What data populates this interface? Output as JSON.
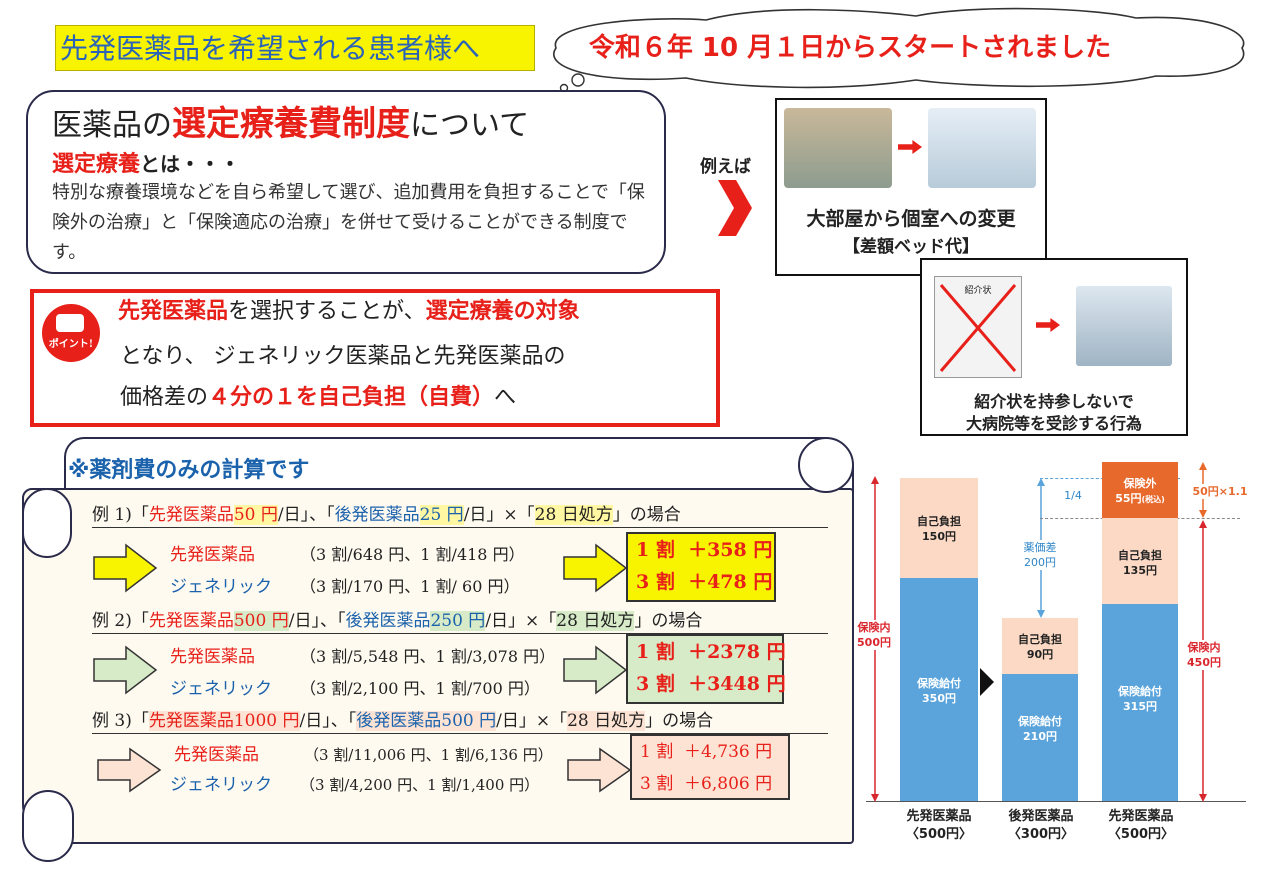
{
  "header": {
    "title": "先発医薬品を希望される患者様へ",
    "start_notice": "令和６年 10 月１日からスタートされました"
  },
  "intro": {
    "title_pre": "医薬品の",
    "title_emph": "選定療養費制度",
    "title_post": "について",
    "sub_emph": "選定療養",
    "sub_post": "とは・・・",
    "body": "特別な療養環境などを自ら希望して選び、追加費用を負担することで「保険外の治療」と「保険適応の治療」を併せて受けることができる制度です。"
  },
  "point": {
    "badge": "ポイント!",
    "l1_emph1": "先発医薬品",
    "l1_mid": "を選択することが、",
    "l1_emph2": "選定療養の対象",
    "l2": "となり、 ジェネリック医薬品と先発医薬品の",
    "l3_pre": "価格差の",
    "l3_emph": "４分の１を自己負担（自費）",
    "l3_post": "へ"
  },
  "examples": {
    "label": "例えば",
    "ex1_line1": "大部屋から個室への変更",
    "ex1_line2": "【差額ベッド代】",
    "ex2_doc": "紹介状",
    "ex2_line1": "紹介状を持参しないで",
    "ex2_line2": "大病院等を受診する行為"
  },
  "calc": {
    "heading": "※薬剤費のみの計算です",
    "items": [
      {
        "p_pre": "例 1)「",
        "p_name": "先発医薬品",
        "p_price": "50 円",
        "p_unit": "/日",
        "p_mid": "」、「",
        "g_name": "後発医薬品",
        "g_price": "25 円",
        "g_unit": "/日",
        "p_post": "」×「",
        "days": "28 日処方",
        "tail": "」の場合",
        "brand_label": "先発医薬品",
        "brand_detail": "（3 割/648 円、1 割/418 円）",
        "gen_label": "ジェネリック",
        "gen_detail": "（3 割/170 円、1 割/ 60 円）",
        "res1_label": "1 割",
        "res1_val": "＋358 円",
        "res2_label": "3 割",
        "res2_val": "＋478 円"
      },
      {
        "p_pre": "例 2)「",
        "p_name": "先発医薬品",
        "p_price": "500 円",
        "p_unit": "/日",
        "p_mid": "」、「",
        "g_name": "後発医薬品",
        "g_price": "250 円",
        "g_unit": "/日",
        "p_post": "」×「",
        "days": "28 日処方",
        "tail": "」の場合",
        "brand_label": "先発医薬品",
        "brand_detail": "（3 割/5,548 円、1 割/3,078 円）",
        "gen_label": "ジェネリック",
        "gen_detail": "（3 割/2,100 円、1 割/700 円）",
        "res1_label": "1 割",
        "res1_val": "＋2378 円",
        "res2_label": "3 割",
        "res2_val": "＋3448 円"
      },
      {
        "p_pre": "例 3)「",
        "p_name": "先発医薬品",
        "p_price": "1000 円",
        "p_unit": "/日",
        "p_mid": "」、「",
        "g_name": "後発医薬品",
        "g_price": "500 円",
        "g_unit": "/日",
        "p_post": "」×「",
        "days": "28 日処方",
        "tail": "」の場合",
        "brand_label": "先発医薬品",
        "brand_detail": "（3 割/11,006 円、1 割/6,136 円）",
        "gen_label": "ジェネリック",
        "gen_detail": "（3 割/4,200 円、1 割/1,400 円）",
        "res1_label": "1 割",
        "res1_val": "＋4,736 円",
        "res2_label": "3 割",
        "res2_val": "＋6,806 円"
      }
    ]
  },
  "chart": {
    "colors": {
      "insured": "#5aa4db",
      "self": "#fbd9c4",
      "outside": "#e8692c",
      "arrow_red": "#d9272e",
      "arrow_blue": "#5aa4db",
      "arrow_orange": "#e8692c"
    },
    "bar1": {
      "self_label": "自己負担",
      "self_value": "150円",
      "ins_label": "保険給付",
      "ins_value": "350円",
      "side_label": "保険内",
      "side_value": "500円",
      "name": "先発医薬品",
      "price": "〈500円〉"
    },
    "bar2": {
      "self_label": "自己負担",
      "self_value": "90円",
      "ins_label": "保険給付",
      "ins_value": "210円",
      "diff_label": "薬価差",
      "diff_value": "200円",
      "quarter": "1/4",
      "name": "後発医薬品",
      "price": "〈300円〉"
    },
    "bar3": {
      "out_label": "保険外",
      "out_value": "55円",
      "out_tax": "(税込)",
      "self_label": "自己負担",
      "self_value": "135円",
      "ins_label": "保険給付",
      "ins_value": "315円",
      "side_label": "保険内",
      "side_value": "450円",
      "top_label": "50円×1.1",
      "name": "先発医薬品",
      "price": "〈500円〉"
    }
  }
}
